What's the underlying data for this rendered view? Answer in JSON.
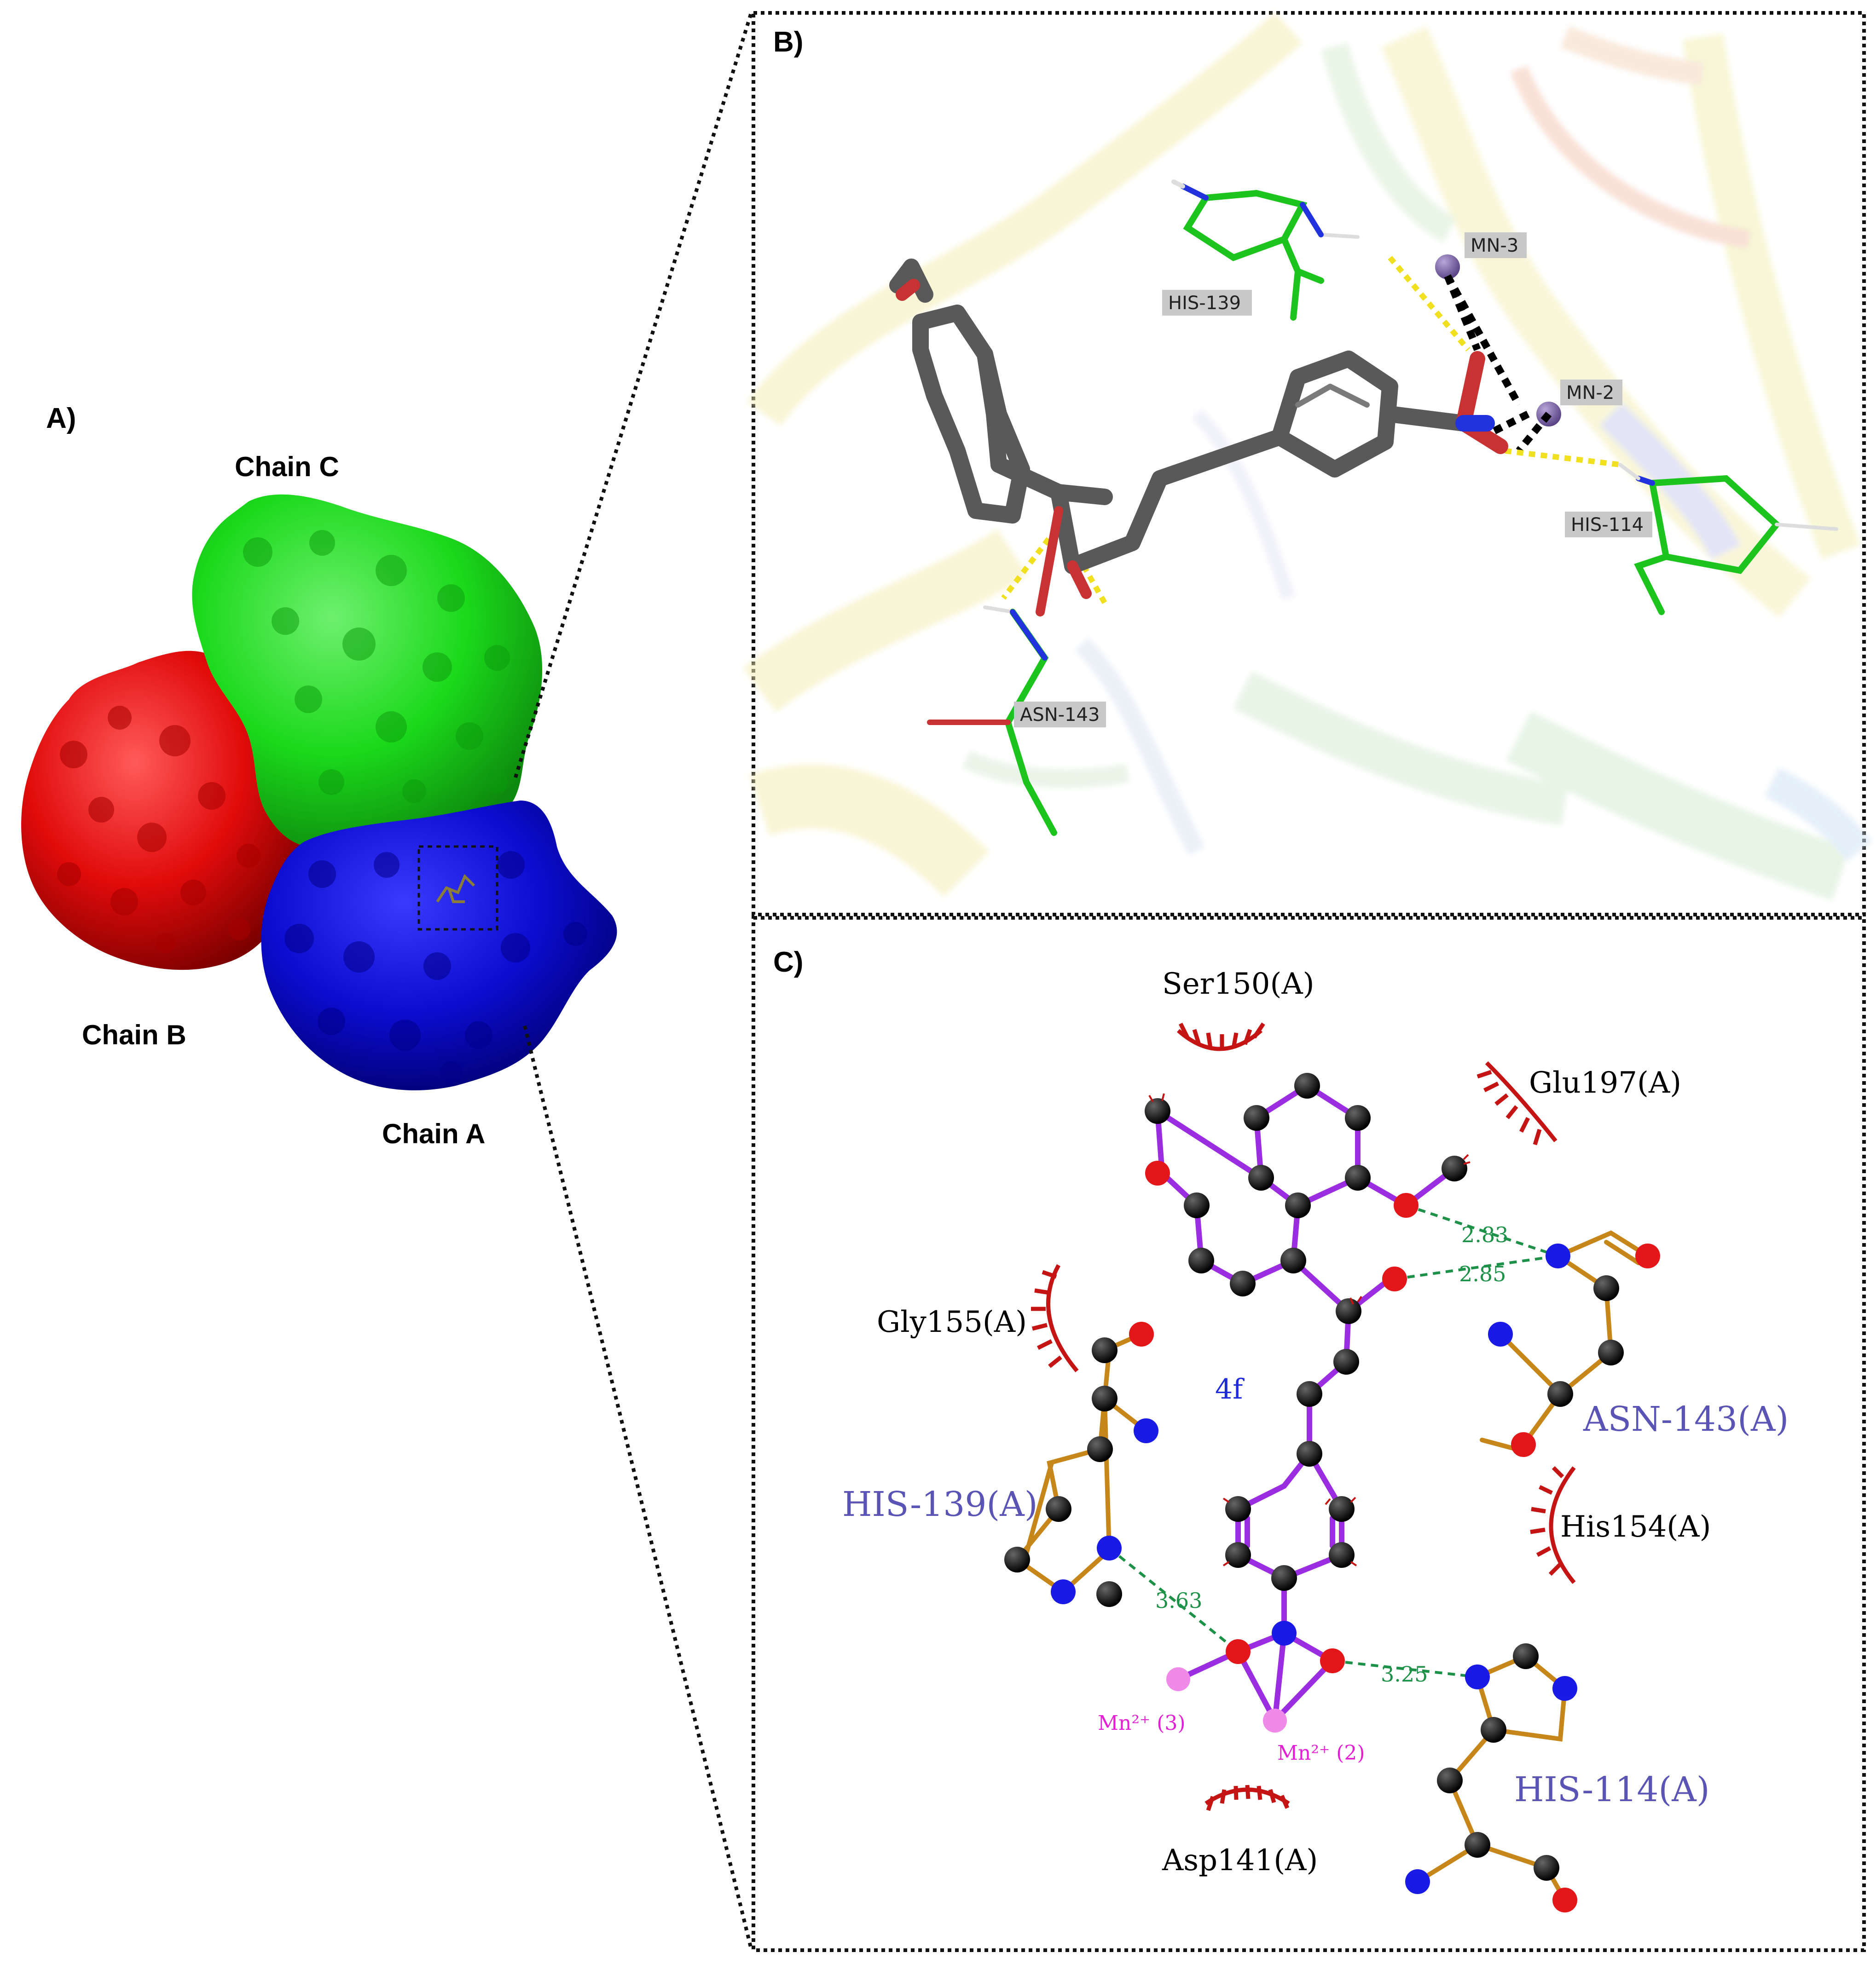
{
  "panels": {
    "a": {
      "label": "A)",
      "chains": {
        "c": {
          "label": "Chain C",
          "color": "#1bd91b"
        },
        "b": {
          "label": "Chain B",
          "color": "#e10b0b"
        },
        "a": {
          "label": "Chain A",
          "color": "#0c0cd0"
        }
      }
    },
    "b": {
      "label": "B)",
      "residue_labels": {
        "his139": "HIS-139",
        "mn3": "MN-3",
        "mn2": "MN-2",
        "his114": "HIS-114",
        "asn143": "ASN-143"
      },
      "colors": {
        "ligand": "#595959",
        "residue": "#1ec41e",
        "oxygen": "#d23a3a",
        "nitrogen": "#2233dd",
        "manganese": "#8a6fb0",
        "contact": "#f0e020"
      }
    },
    "c": {
      "label": "C)",
      "ligand_name": "4f",
      "hydrophobic_residues": {
        "ser150": "Ser150(A)",
        "glu197": "Glu197(A)",
        "gly155": "Gly155(A)",
        "his154": "His154(A)",
        "asp141": "Asp141(A)"
      },
      "hbond_residues": {
        "asn143": "ASN-143(A)",
        "his139": "HIS-139(A)",
        "his114": "HIS-114(A)"
      },
      "distances": {
        "d1": "2.83",
        "d2": "2.85",
        "d3": "3.63",
        "d4": "3.25"
      },
      "metals": {
        "mn3": "Mn²⁺ (3)",
        "mn2": "Mn²⁺ (2)"
      },
      "colors": {
        "ligand_bond": "#9b2de0",
        "residue_bond": "#c7861a",
        "hbond": "#1e9148",
        "arc": "#c41414",
        "metal": "#f08ae8"
      }
    }
  }
}
